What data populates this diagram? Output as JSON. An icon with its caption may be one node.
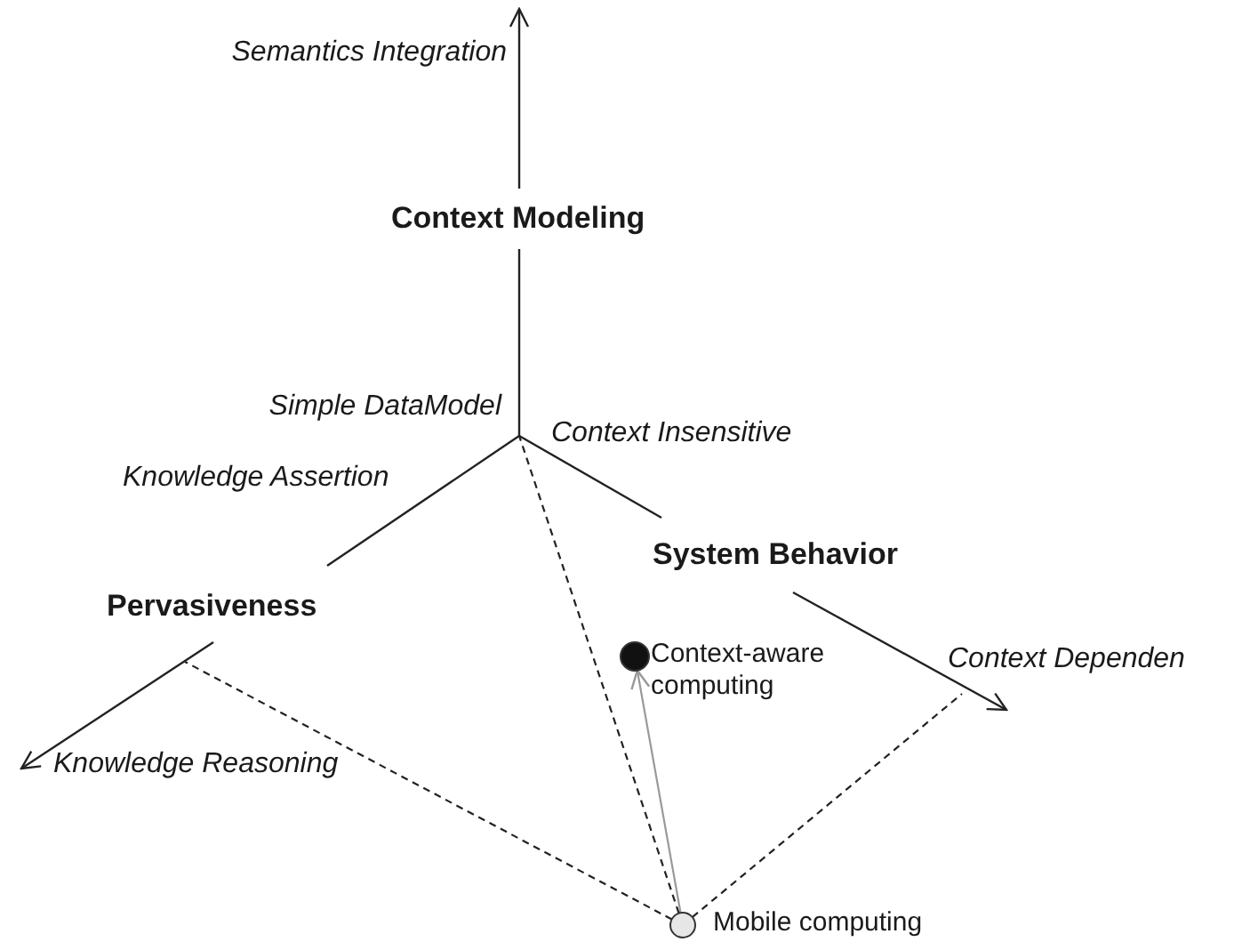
{
  "diagram": {
    "nodes": [
      {
        "text": [
          "Context Modeling"
        ]
      },
      {
        "text": [
          "System Behavior"
        ]
      },
      {
        "text": [
          "Pervasiveness"
        ]
      },
      {
        "text": [
          "Context-aware computing"
        ]
      },
      {
        "text": [
          "Mobile computing"
        ]
      }
    ],
    "edges": [
      {
        "from": 4,
        "to": 3,
        "arrow": "to",
        "color": "#999999"
      },
      {
        "from": 4,
        "to": null,
        "arrow": "none",
        "style": "dashed"
      },
      {
        "from": 4,
        "to": null,
        "arrow": "none",
        "style": "dashed"
      },
      {
        "from": 4,
        "to": null,
        "arrow": "none",
        "style": "dashed"
      }
    ],
    "labels": [
      "Semantics Integration",
      "Simple DataModel",
      "Context Insensitive",
      "Knowledge Assertion",
      "Context Dependen",
      "Knowledge Reasoning"
    ]
  }
}
